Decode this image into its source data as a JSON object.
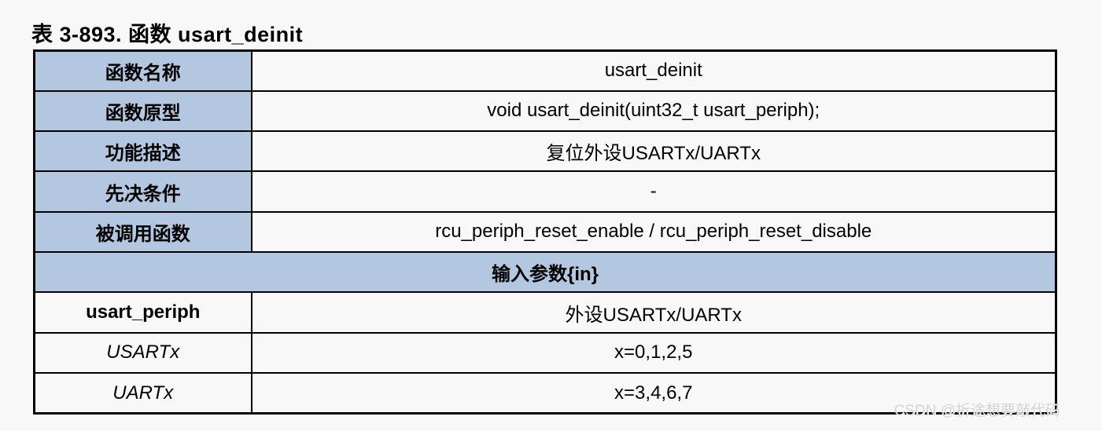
{
  "page": {
    "title": "表 3-893. 函数 usart_deinit",
    "watermark": "CSDN @折途想要敲代码"
  },
  "colors": {
    "header_blue": "#b4c7e0",
    "table_border": "#000000",
    "page_background": "#f8f8f8",
    "watermark_gray": "#d2d2d2"
  },
  "table": {
    "rows": [
      {
        "label": "函数名称",
        "value": "usart_deinit"
      },
      {
        "label": "函数原型",
        "value": "void usart_deinit(uint32_t usart_periph);"
      },
      {
        "label": "功能描述",
        "value": "复位外设USARTx/UARTx"
      },
      {
        "label": "先决条件",
        "value": "-"
      },
      {
        "label": "被调用函数",
        "value": "rcu_periph_reset_enable / rcu_periph_reset_disable"
      },
      {
        "label": "输入参数{in}",
        "value": ""
      },
      {
        "label": "usart_periph",
        "value": "外设USARTx/UARTx"
      },
      {
        "label": "USARTx",
        "value": "x=0,1,2,5"
      },
      {
        "label": "UARTx",
        "value": "x=3,4,6,7"
      }
    ]
  }
}
